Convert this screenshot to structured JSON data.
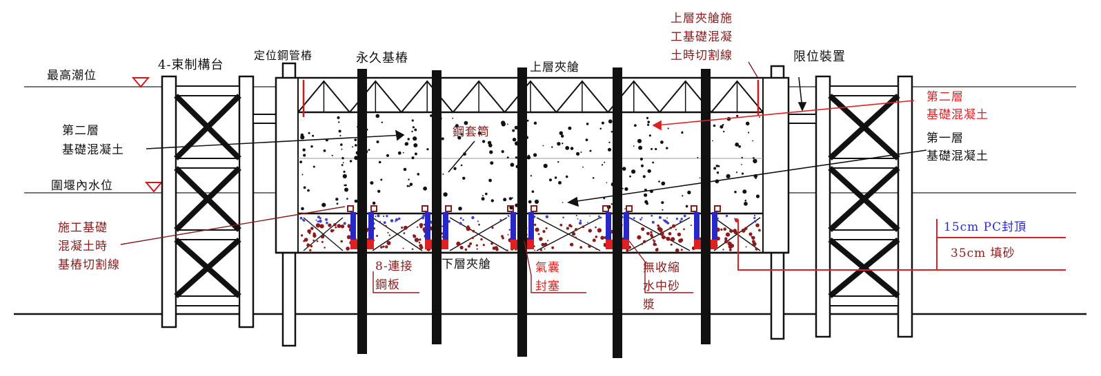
{
  "colors": {
    "black": "#111111",
    "dark_red": "#8a1a1a",
    "red": "#e02020",
    "blue": "#2828c8",
    "sand_dot": "#8b1a1a",
    "grout_dot": "#3f3fd0"
  },
  "labels": {
    "highest_tide": "最高潮位",
    "cofferdam_water": "圍堰內水位",
    "bracing_platform": "4-束制構台",
    "guide_pipe_pile": "定位鋼管樁",
    "permanent_pile": "永久基樁",
    "upper_box": "上層夾艙",
    "upper_cut_line": [
      "上層夾艙施",
      "工基礎混凝",
      "土時切割線"
    ],
    "limit_device": "限位裝置",
    "layer2_concrete_left": [
      "第二層",
      "基礎混凝土"
    ],
    "steel_sleeve": "鋼套筒",
    "layer2_concrete_right": [
      "第二層",
      "基礎混凝土"
    ],
    "layer1_concrete": [
      "第一層",
      "基礎混凝土"
    ],
    "pile_cut_line": [
      "施工基礎",
      "混凝土時",
      "基樁切割線"
    ],
    "connect_plate": [
      "8-連接",
      "鋼板"
    ],
    "lower_box": "下層夾艙",
    "airbag_seal": [
      "氣囊",
      "封塞"
    ],
    "grout": [
      "無收縮",
      "水中砂",
      "漿"
    ],
    "pc_seal": "15cm PC封頂",
    "sand_fill": "35cm 填砂"
  }
}
